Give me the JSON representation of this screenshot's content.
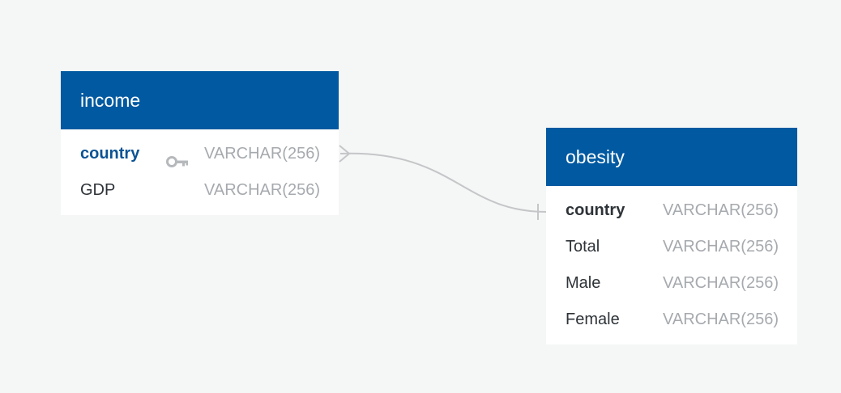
{
  "tables": {
    "income": {
      "name": "income",
      "columns": [
        {
          "name": "country",
          "type": "VARCHAR(256)",
          "primary_key": true
        },
        {
          "name": "GDP",
          "type": "VARCHAR(256)",
          "primary_key": false
        }
      ]
    },
    "obesity": {
      "name": "obesity",
      "columns": [
        {
          "name": "country",
          "type": "VARCHAR(256)"
        },
        {
          "name": "Total",
          "type": "VARCHAR(256)"
        },
        {
          "name": "Male",
          "type": "VARCHAR(256)"
        },
        {
          "name": "Female",
          "type": "VARCHAR(256)"
        }
      ]
    }
  },
  "relationship": {
    "from": "income.country",
    "to": "obesity.country",
    "from_end": "many",
    "to_end": "one"
  },
  "icons": {
    "primary_key": "key-icon"
  },
  "colors": {
    "header": "#0059a1",
    "primary_key_text": "#0b5394",
    "type_text": "#a6aaae",
    "connector": "#c4c6c8",
    "background": "#f5f6f6"
  }
}
